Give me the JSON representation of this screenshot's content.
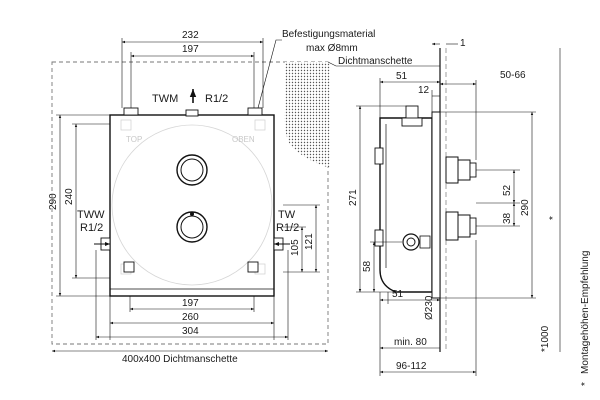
{
  "labels": {
    "fixing_material": "Befestigungsmaterial",
    "max_diameter": "max Ø8mm",
    "sealing_sleeve": "Dichtmanschette",
    "twm": "TWM",
    "twm_thread": "R1/2",
    "tww": "TWW",
    "tww_thread": "R1/2",
    "tw": "TW",
    "tw_thread": "R1/2",
    "top": "TOP",
    "oben": "OBEN",
    "bottom_caption": "400x400  Dichtmanschette",
    "footnote_star": "*",
    "footnote_text": "Montagehöhen-Empfehlung",
    "footnote_height": "*1000"
  },
  "front_dims": {
    "d232": "232",
    "d197_top": "197",
    "d197_bottom": "197",
    "d260": "260",
    "d304": "304",
    "d290": "290",
    "d240": "240",
    "d105": "105",
    "d121": "121"
  },
  "side_dims": {
    "d1": "1",
    "d51_top": "51",
    "d12": "12",
    "d50_66": "50-66",
    "d271": "271",
    "d52": "52",
    "d38": "38",
    "d290": "290",
    "d58": "58",
    "d51_bottom": "51",
    "d230": "Ø230",
    "min80": "min. 80",
    "d96_112": "96-112"
  }
}
